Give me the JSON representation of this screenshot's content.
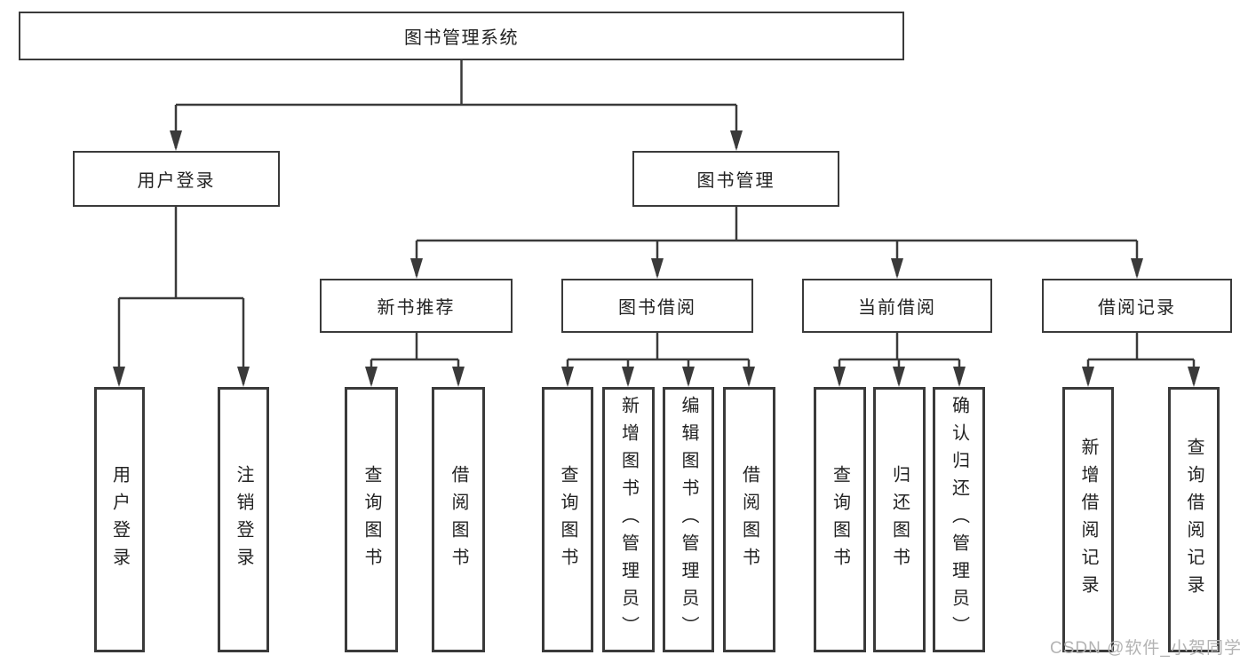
{
  "diagram": {
    "root": "图书管理系统",
    "branches": [
      {
        "label": "用户登录",
        "children": [
          "用户登录",
          "注销登录"
        ]
      },
      {
        "label": "图书管理",
        "sections": [
          {
            "label": "新书推荐",
            "children": [
              "查询图书",
              "借阅图书"
            ]
          },
          {
            "label": "图书借阅",
            "children": [
              "查询图书",
              "新增图书（管理员）",
              "编辑图书（管理员）",
              "借阅图书"
            ]
          },
          {
            "label": "当前借阅",
            "children": [
              "查询图书",
              "归还图书",
              "确认归还（管理员）"
            ]
          },
          {
            "label": "借阅记录",
            "children": [
              "新增借阅记录",
              "查询借阅记录"
            ]
          }
        ]
      }
    ]
  },
  "watermark": {
    "text": "CSDN @软件_小贺同学"
  },
  "colors": {
    "line": "#3a3a3a",
    "text": "#222222",
    "watermark": "#b3b3b3",
    "background": "#ffffff"
  }
}
